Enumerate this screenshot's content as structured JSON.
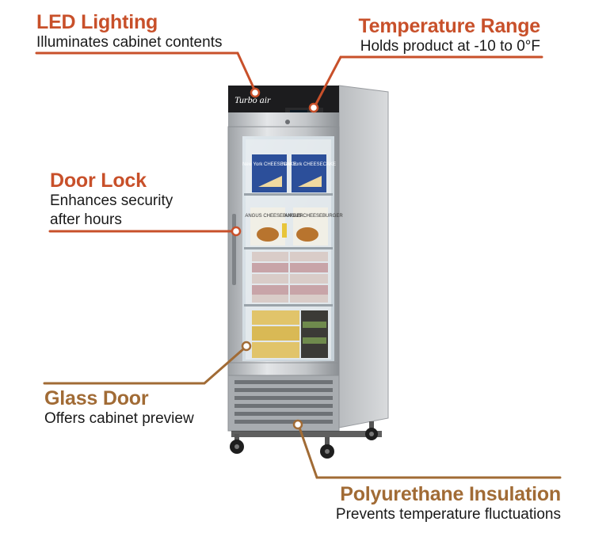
{
  "brand": {
    "logo_text": "Turbo air"
  },
  "colors": {
    "accent_orange": "#c8502a",
    "accent_brown": "#a16b35"
  },
  "callouts": {
    "led": {
      "title": "LED Lighting",
      "desc": "Illuminates cabinet contents"
    },
    "temp": {
      "title": "Temperature Range",
      "desc": "Holds product at -10 to 0°F"
    },
    "lock": {
      "title": "Door Lock",
      "desc_line1": "Enhances security",
      "desc_line2": "after hours"
    },
    "glass": {
      "title": "Glass Door",
      "desc": "Offers cabinet preview"
    },
    "insulation": {
      "title": "Polyurethane Insulation",
      "desc": "Prevents temperature fluctuations"
    }
  },
  "products": {
    "cheesecake": "New York CHEESECAKE",
    "burger": "ANGUS CHEESEBURGER"
  }
}
